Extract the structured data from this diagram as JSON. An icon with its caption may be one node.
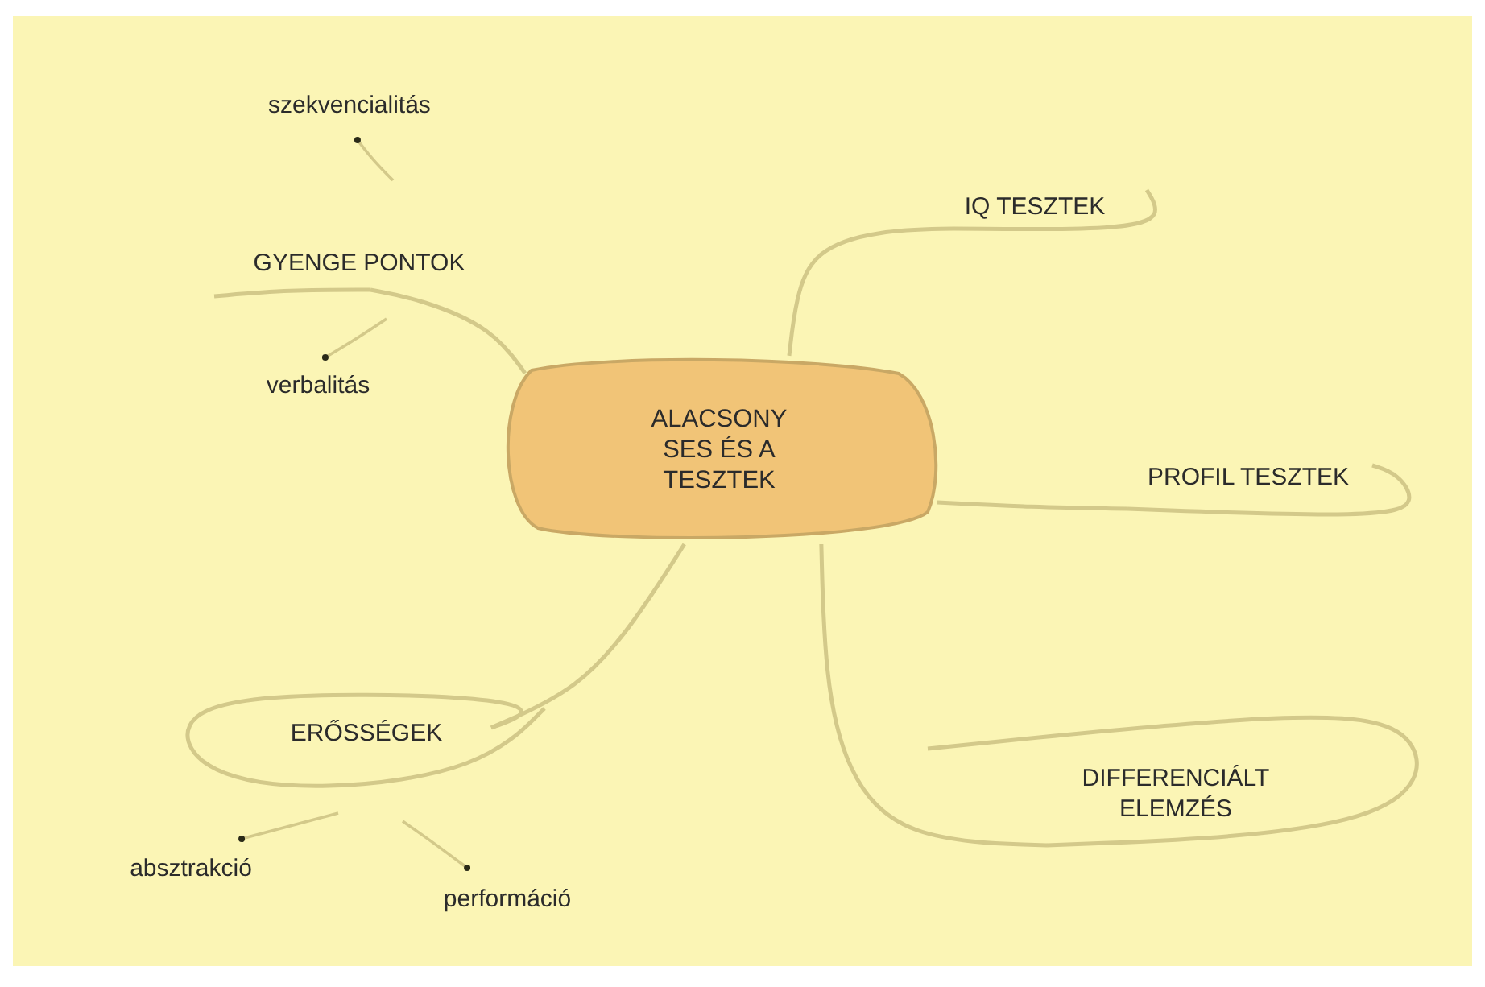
{
  "diagram": {
    "nodes": [
      {
        "text": [
          "ALACSONY SES ÉS A TESZTEK"
        ]
      },
      {
        "text": [
          "szekvencialitás"
        ]
      },
      {
        "text": [
          "GYENGE PONTOK"
        ]
      },
      {
        "text": [
          "verbalitás"
        ]
      },
      {
        "text": [
          "IQ TESZTEK"
        ]
      },
      {
        "text": [
          "PROFIL TESZTEK"
        ]
      },
      {
        "text": [
          "ERŐSSÉGEK"
        ]
      },
      {
        "text": [
          "DIFFERENCIÁLT ELEMZÉS"
        ]
      },
      {
        "text": [
          "absztrakció"
        ]
      },
      {
        "text": [
          "performáció"
        ]
      }
    ],
    "edges": [
      {
        "from": null,
        "to": 1,
        "arrow": "other"
      },
      {
        "from": 0,
        "to": 2,
        "arrow": "none"
      },
      {
        "from": null,
        "to": 3,
        "arrow": "other"
      },
      {
        "from": 0,
        "to": 4,
        "arrow": "none"
      },
      {
        "from": 0,
        "to": 5,
        "arrow": "none"
      },
      {
        "from": 0,
        "to": 6,
        "arrow": "none"
      },
      {
        "from": 0,
        "to": 7,
        "arrow": "none"
      },
      {
        "from": null,
        "to": 8,
        "arrow": "other"
      },
      {
        "from": null,
        "to": 9,
        "arrow": "other"
      }
    ]
  }
}
